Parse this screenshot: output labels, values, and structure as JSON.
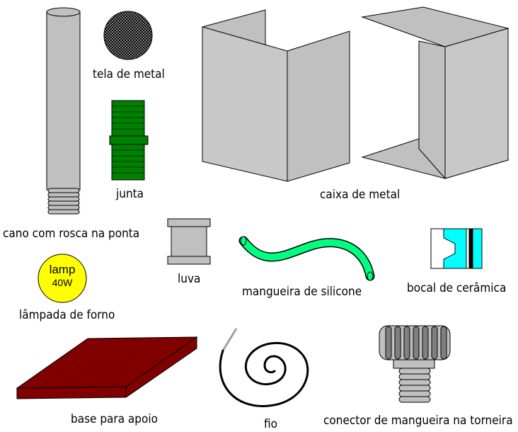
{
  "labels": {
    "tela": "tela de metal",
    "junta": "junta",
    "caixa": "caixa de metal",
    "cano": "cano com rosca na ponta",
    "luva": "luva",
    "mangueira": "mangueira de silicone",
    "bocal": "bocal de cerâmica",
    "lampada": "lâmpada de forno",
    "base": "base para apoio",
    "fio": "fio",
    "conector": "conector de mangueira na torneira"
  },
  "lamp": {
    "line1": "lamp",
    "line2": "40W"
  },
  "colors": {
    "metal": "#c0c0c0",
    "metal_dark": "#808080",
    "joint_green": "#008000",
    "hose_green": "#00ff7f",
    "ceramic_cyan": "#00ffff",
    "lamp_yellow": "#ffff00",
    "base_red": "#800000"
  }
}
